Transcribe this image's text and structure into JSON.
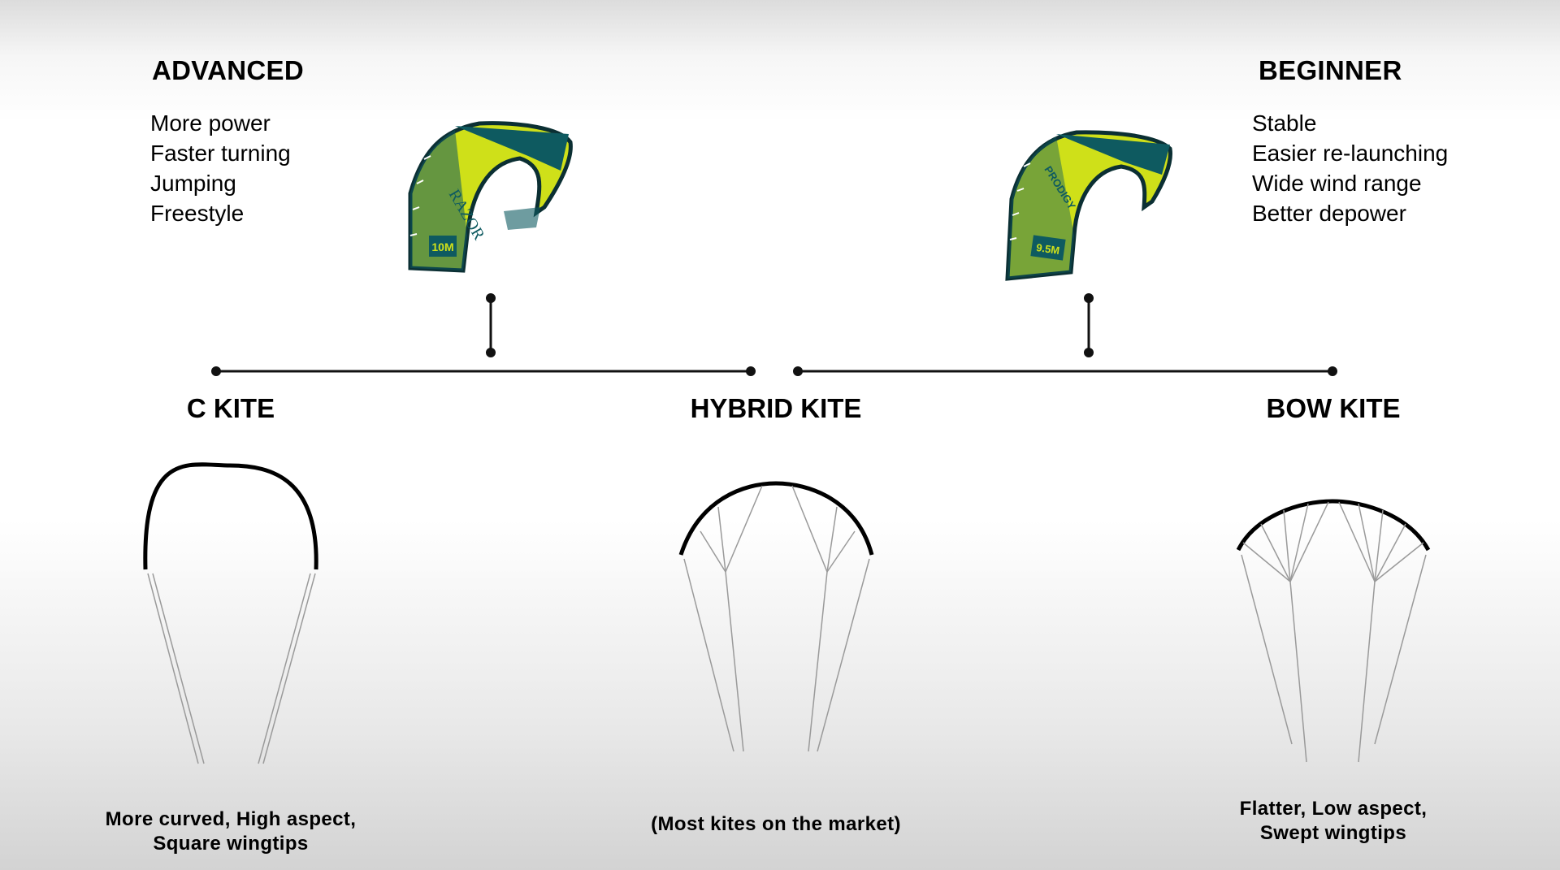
{
  "advanced": {
    "title": "ADVANCED",
    "features": [
      "More power",
      "Faster turning",
      "Jumping",
      "Freestyle"
    ],
    "kite_image": {
      "brand_text": "RAZOR",
      "size_text": "10M",
      "colors": {
        "canopy": "#cfe019",
        "panel": "#0e5a60",
        "edge": "#0b2f33"
      }
    }
  },
  "beginner": {
    "title": "BEGINNER",
    "features": [
      "Stable",
      "Easier re-launching",
      "Wide wind range",
      "Better depower"
    ],
    "kite_image": {
      "brand_text": "PRODIGY",
      "size_text": "9.5M",
      "colors": {
        "canopy": "#cfe019",
        "panel": "#0e5a60",
        "edge": "#0b2f33"
      }
    }
  },
  "kite_types": [
    {
      "label": "C KITE",
      "caption_lines": [
        "More curved,  High aspect,",
        "Square wingtips"
      ]
    },
    {
      "label": "HYBRID KITE",
      "caption_lines": [
        "(Most kites on the market)"
      ]
    },
    {
      "label": "BOW KITE",
      "caption_lines": [
        "Flatter,  Low aspect,",
        "Swept wingtips"
      ]
    }
  ],
  "colors": {
    "text": "#000000",
    "line": "#111111",
    "bridle": "#9a9a9a"
  }
}
